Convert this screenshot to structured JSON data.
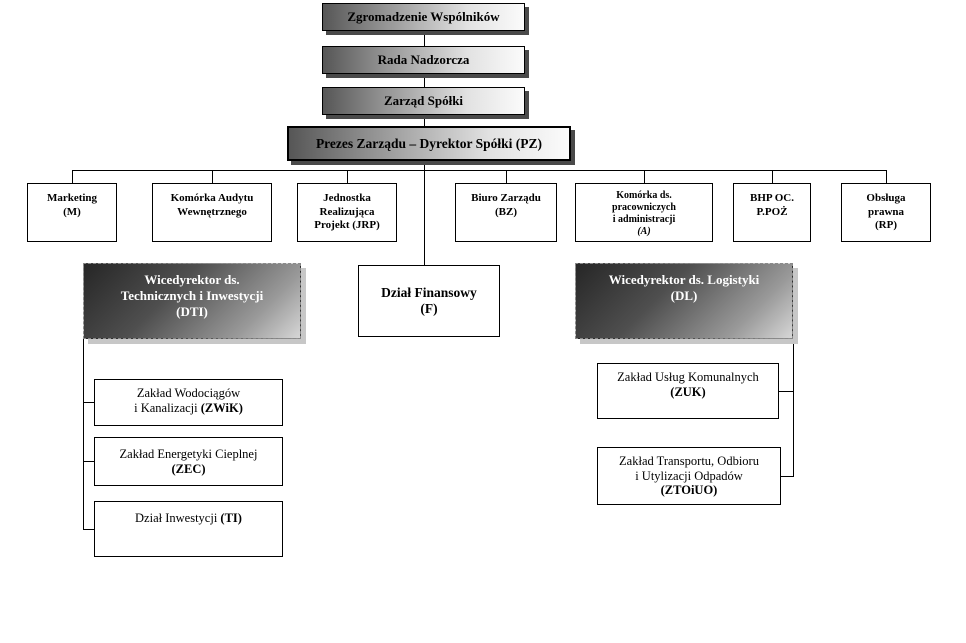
{
  "top": {
    "zw": "Zgromadzenie Wspólników",
    "rn": "Rada Nadzorcza",
    "zs": "Zarząd Spółki",
    "pz": "Prezes Zarządu – Dyrektor Spółki (PZ)"
  },
  "staff": {
    "marketing": {
      "l1": "Marketing",
      "l2": "(M)"
    },
    "audyt": {
      "l1": "Komórka Audytu",
      "l2": "Wewnętrznego"
    },
    "jrp": {
      "l1": "Jednostka",
      "l2": "Realizująca",
      "l3": "Projekt (JRP)"
    },
    "bz": {
      "l1": "Biuro Zarządu",
      "l2": "(BZ)"
    },
    "kadry": {
      "l1": "Komórka ds.",
      "l2": "pracowniczych",
      "l3": "i administracji",
      "l4": "(A)"
    },
    "bhp": {
      "l1": "BHP OC.",
      "l2": "P.POŻ"
    },
    "prawna": {
      "l1": "Obsługa",
      "l2": "prawna",
      "l3": "(RP)"
    }
  },
  "division": {
    "dti": {
      "l1": "Wicedyrektor ds.",
      "l2": "Technicznych i Inwestycji",
      "code": "(DTI)"
    },
    "f": {
      "l1": "Dział Finansowy",
      "code": "(F)"
    },
    "dl": {
      "l1": "Wicedyrektor ds. Logistyki",
      "code": "(DL)"
    }
  },
  "dti_children": {
    "zwik": {
      "l1": "Zakład Wodociągów",
      "l2": "i Kanalizacji",
      "code": "(ZWiK)"
    },
    "zec": {
      "l1": "Zakład Energetyki Cieplnej",
      "code": "(ZEC)"
    },
    "ti": {
      "l1": "Dział Inwestycji",
      "code": "(TI)"
    }
  },
  "dl_children": {
    "zuk": {
      "l1": "Zakład Usług Komunalnych",
      "code": "(ZUK)"
    },
    "ztoiuo": {
      "l1": "Zakład Transportu, Odbioru",
      "l2": "i Utylizacji Odpadów",
      "code": "(ZTOiUO)"
    }
  },
  "colors": {
    "line": "#000000",
    "shadow_dark": "#4a4a4a",
    "shadow_light": "#c7c7c7"
  }
}
